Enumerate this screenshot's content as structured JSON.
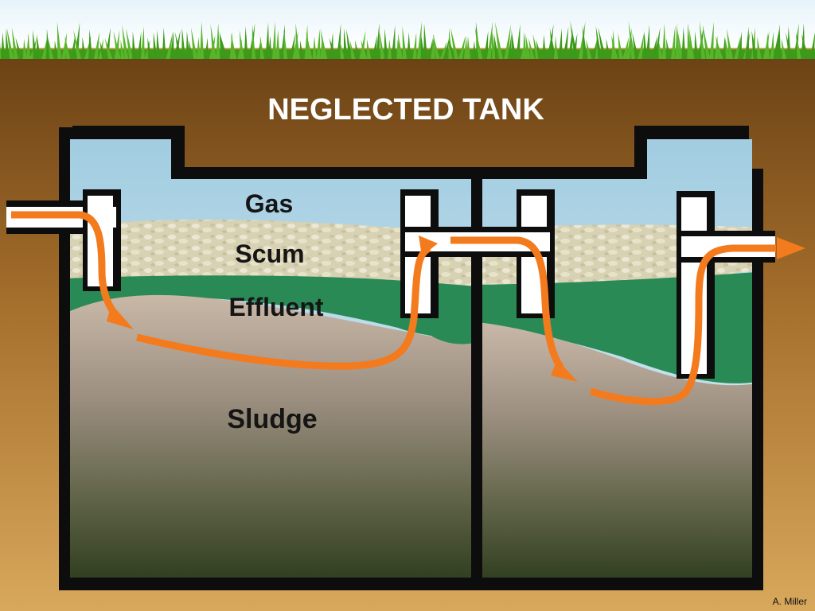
{
  "title": "NEGLECTED TANK",
  "layers": {
    "gas": "Gas",
    "scum": "Scum",
    "effluent": "Effluent",
    "sludge": "Sludge"
  },
  "credit": "A. Miller",
  "colors": {
    "sky": "#cfe6f2",
    "grass": "#3f9a1c",
    "soil_top": "#6b4215",
    "soil_bottom": "#d8a85c",
    "tank_wall": "#0d0d0d",
    "gas": "#bcdceb",
    "scum": "#ddd6b8",
    "effluent": "#2a8a55",
    "sludge_top": "#c4b3a3",
    "sludge_bottom": "#2f3a1e",
    "flow_arrow": "#f47a1e"
  },
  "icons": {
    "flow": "flow-arrow-icon",
    "inlet": "inlet-pipe-icon",
    "outlet": "outlet-pipe-icon"
  }
}
